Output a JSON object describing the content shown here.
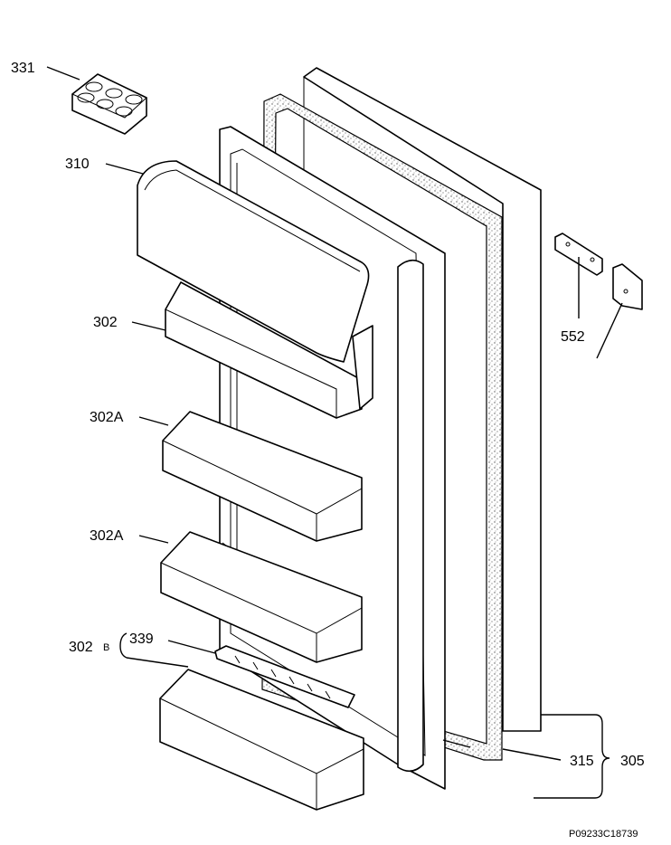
{
  "labels": {
    "egg_tray": "331",
    "dairy_lid": "310",
    "dairy_shelf": "302",
    "shelf_a_upper": "302A",
    "shelf_a_lower": "302A",
    "shelf_b_prefix": "302",
    "shelf_b_suffix": "B",
    "bottle_retainer": "339",
    "hinge_parts": "552",
    "gasket": "315",
    "door_assembly": "305"
  },
  "footer": {
    "drawing_code": "P09233C18739"
  }
}
